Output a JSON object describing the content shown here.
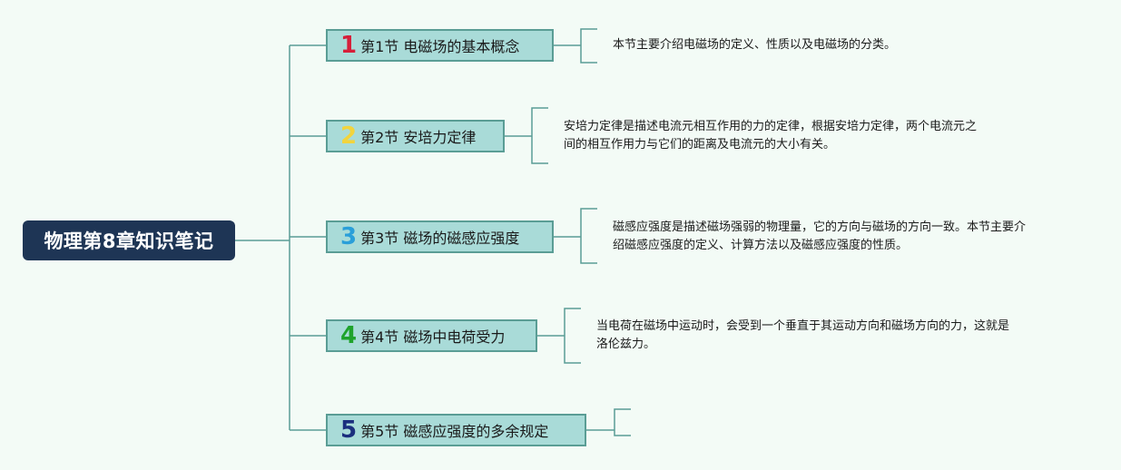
{
  "root": {
    "title": "物理第8章知识笔记"
  },
  "topics": [
    {
      "number": "1",
      "number_color": "#d61f3a",
      "title": "第1节 电磁场的基本概念",
      "note_lines": [
        "本节主要介绍电磁场的定义、性质以及电磁场的分类。"
      ]
    },
    {
      "number": "2",
      "number_color": "#f2d43d",
      "title": "第2节 安培力定律",
      "note_lines": [
        "安培力定律是描述电流元相互作用的力的定律，根据安培力定律，两个电流元之",
        "间的相互作用力与它们的距离及电流元的大小有关。"
      ]
    },
    {
      "number": "3",
      "number_color": "#2a9fd9",
      "title": "第3节 磁场的磁感应强度",
      "note_lines": [
        "磁感应强度是描述磁场强弱的物理量，它的方向与磁场的方向一致。本节主要介",
        "绍磁感应强度的定义、计算方法以及磁感应强度的性质。"
      ]
    },
    {
      "number": "4",
      "number_color": "#1fa32c",
      "title": "第4节 磁场中电荷受力",
      "note_lines": [
        "当电荷在磁场中运动时，会受到一个垂直于其运动方向和磁场方向的力，这就是",
        "洛伦兹力。"
      ]
    },
    {
      "number": "5",
      "number_color": "#1b2f7e",
      "title": "第5节 磁感应强度的多余规定",
      "note_lines": []
    }
  ],
  "colors": {
    "background": "#f3fbf6",
    "connector": "#5a9d95",
    "topic_fill": "#a9dbd8",
    "root_fill": "#1e3555"
  }
}
